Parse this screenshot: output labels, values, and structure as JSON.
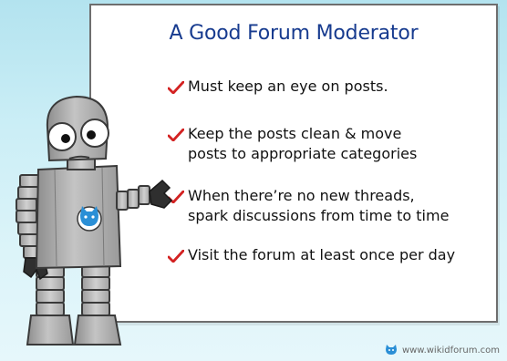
{
  "board": {
    "title": "A Good Forum Moderator",
    "bullets": [
      {
        "lines": [
          "Must keep an eye on posts."
        ]
      },
      {
        "lines": [
          "Keep the posts clean & move",
          "posts to appropriate categories"
        ]
      },
      {
        "lines": [
          "When there’re no new threads,",
          "spark discussions from time to time"
        ]
      },
      {
        "lines": [
          "Visit the forum at least once per day"
        ]
      }
    ]
  },
  "footer": {
    "url": "www.wikidforum.com",
    "icon": "cat-logo-icon"
  },
  "colors": {
    "background": "#c8ecf5",
    "title": "#173b8f",
    "check": "#d32222",
    "robot_body": "#a9a9a9",
    "badge": "#2a8fd6"
  }
}
